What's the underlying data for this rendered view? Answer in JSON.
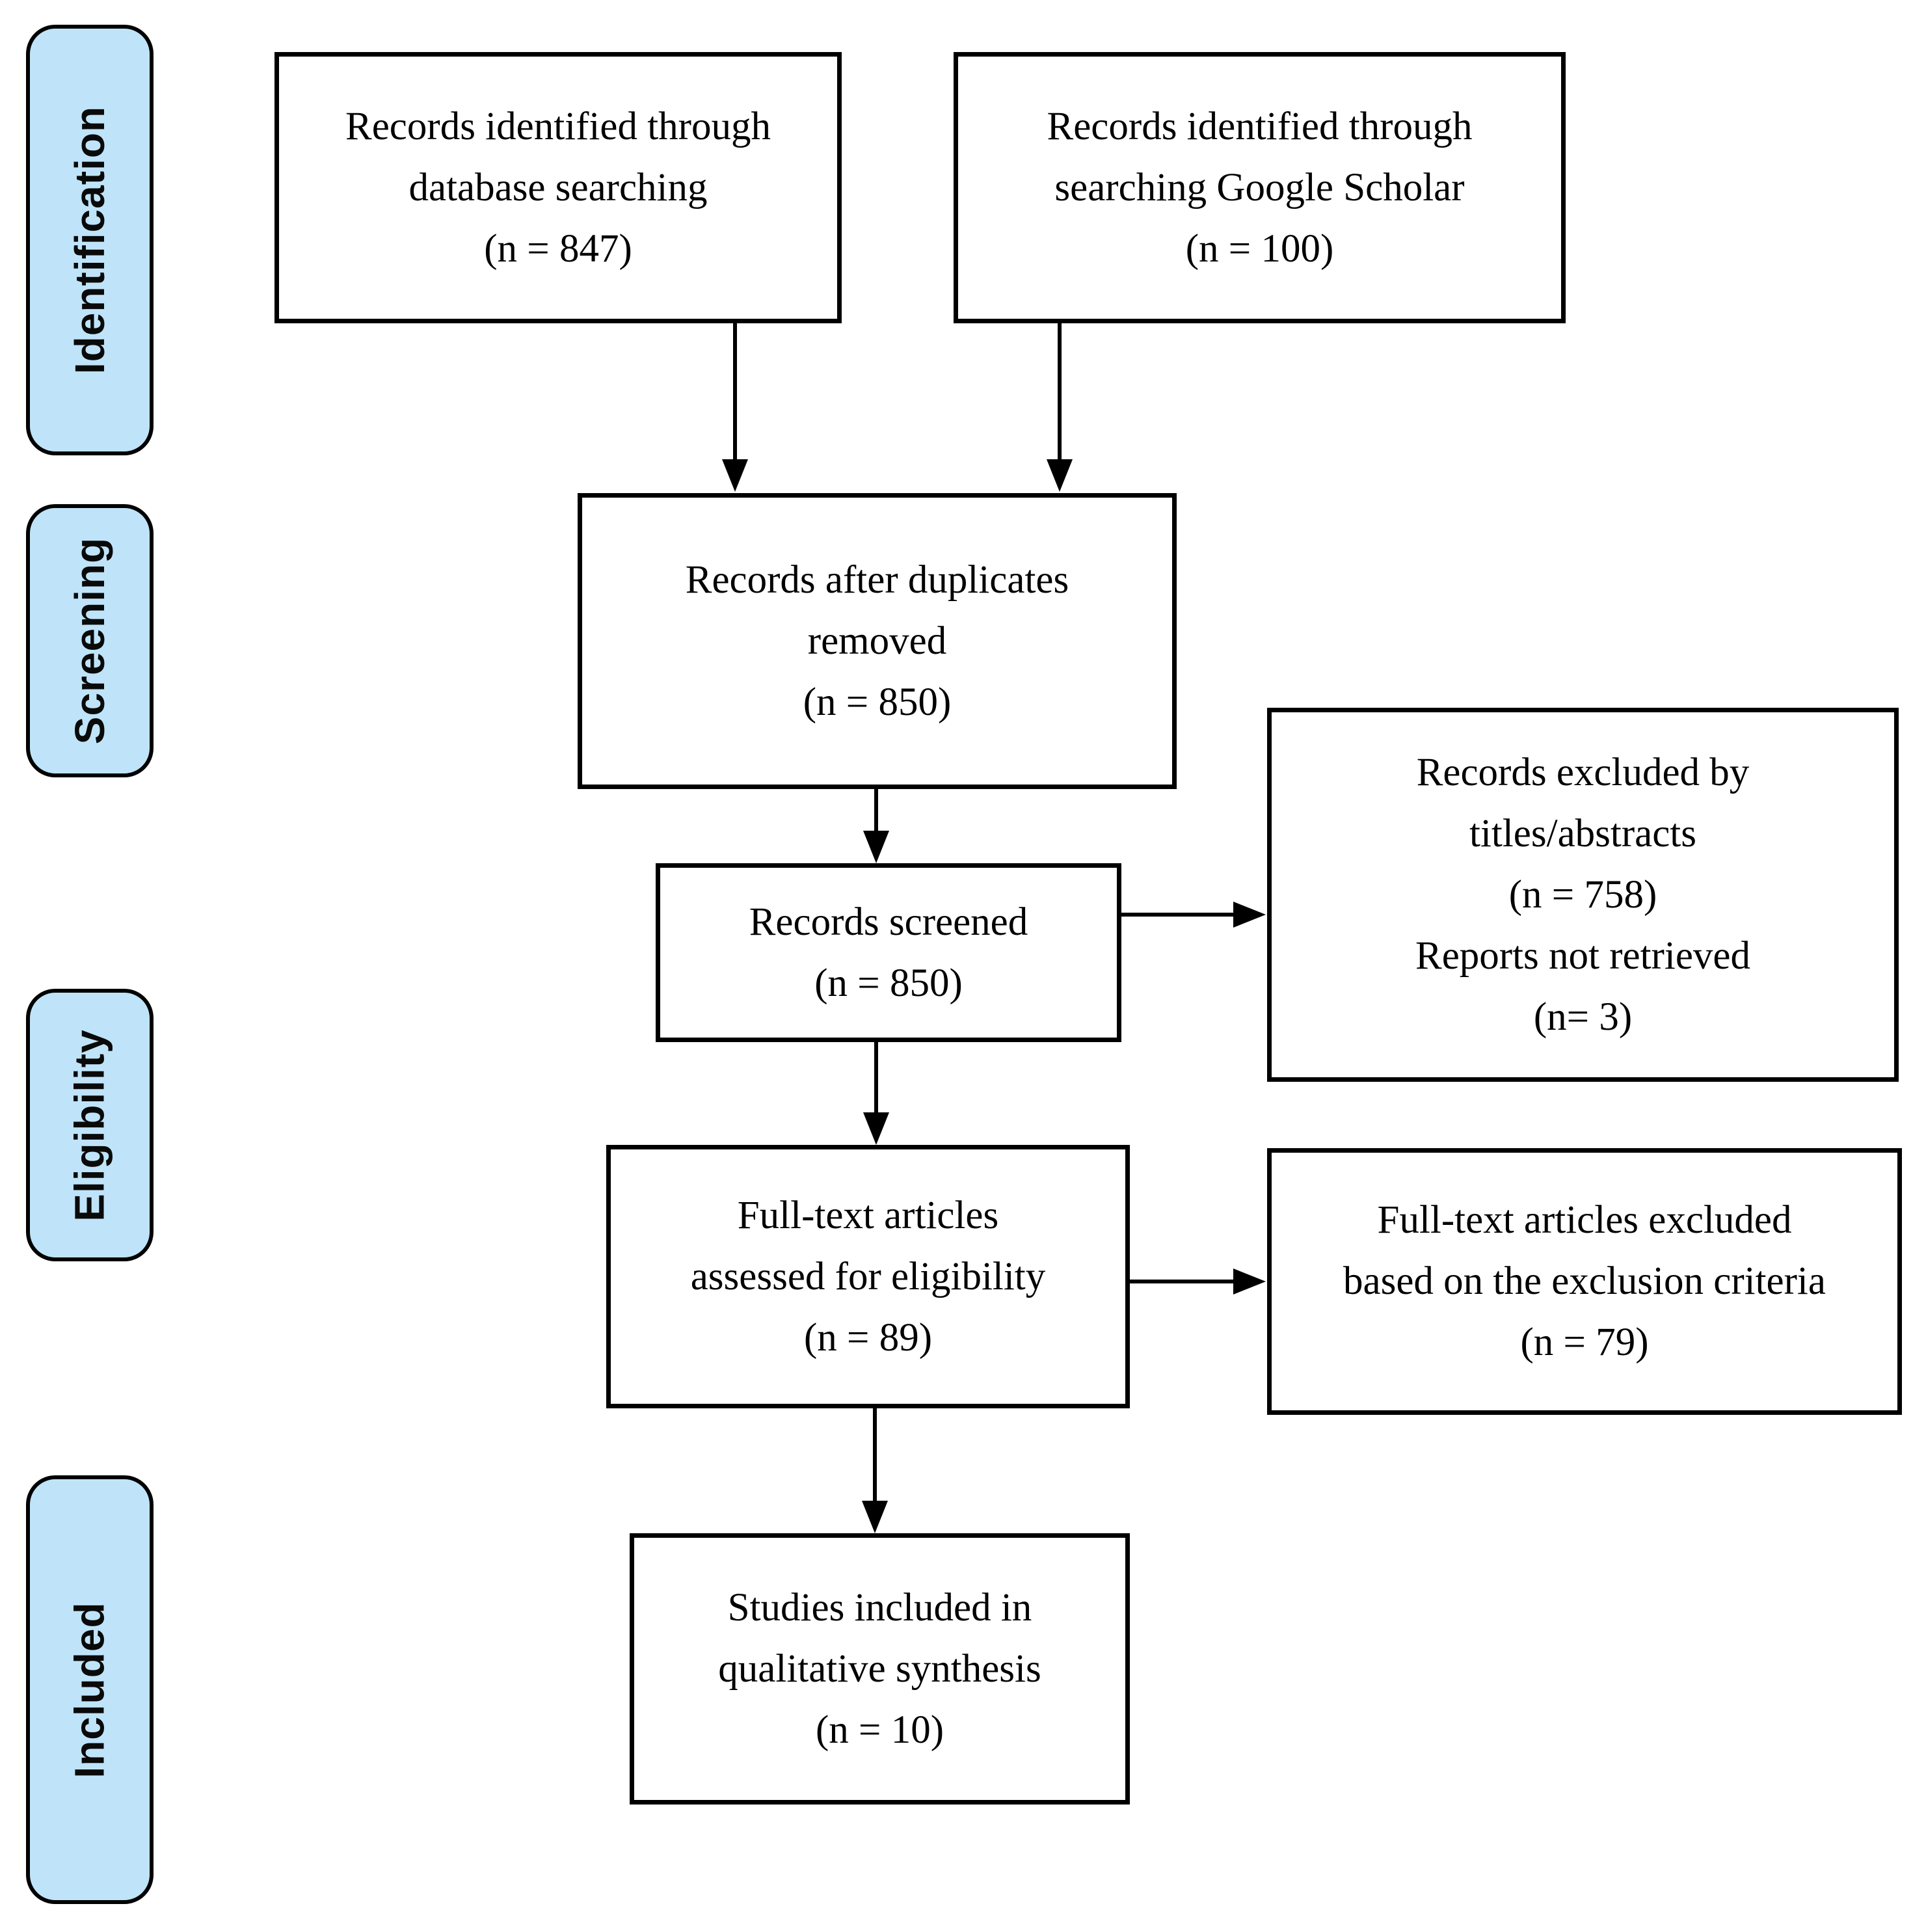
{
  "stages": [
    {
      "id": "identification",
      "label": "Identification"
    },
    {
      "id": "screening",
      "label": "Screening"
    },
    {
      "id": "eligibility",
      "label": "Eligibility"
    },
    {
      "id": "included",
      "label": "Included"
    }
  ],
  "boxes": [
    {
      "id": "records-identified-database",
      "lines": [
        "Records identified through",
        "database searching",
        "(n = 847)"
      ]
    },
    {
      "id": "records-identified-scholar",
      "lines": [
        "Records identified through",
        "searching Google Scholar",
        "(n = 100)"
      ]
    },
    {
      "id": "records-after-duplicates",
      "lines": [
        "Records after duplicates",
        "removed",
        "(n = 850)"
      ]
    },
    {
      "id": "records-screened",
      "lines": [
        "Records screened",
        "(n = 850)"
      ]
    },
    {
      "id": "records-excluded",
      "lines": [
        "Records excluded by",
        "titles/abstracts",
        "(n = 758)",
        "Reports not retrieved",
        "(n= 3)"
      ]
    },
    {
      "id": "fulltext-assessed",
      "lines": [
        "Full-text articles",
        "assessed for eligibility",
        "(n = 89)"
      ]
    },
    {
      "id": "fulltext-excluded",
      "lines": [
        "Full-text articles excluded",
        "based on the exclusion criteria",
        "(n = 79)"
      ]
    },
    {
      "id": "studies-included",
      "lines": [
        "Studies included in",
        "qualitative synthesis",
        "(n = 10)"
      ]
    }
  ],
  "flow": [
    {
      "from": "records-identified-database",
      "to": "records-after-duplicates"
    },
    {
      "from": "records-identified-scholar",
      "to": "records-after-duplicates"
    },
    {
      "from": "records-after-duplicates",
      "to": "records-screened"
    },
    {
      "from": "records-screened",
      "to": "records-excluded"
    },
    {
      "from": "records-screened",
      "to": "fulltext-assessed"
    },
    {
      "from": "fulltext-assessed",
      "to": "fulltext-excluded"
    },
    {
      "from": "fulltext-assessed",
      "to": "studies-included"
    }
  ],
  "colors": {
    "stage_fill": "#BFE4F9",
    "stage_border": "#000000",
    "box_border": "#000000",
    "arrow": "#000000",
    "background": "#FFFFFF"
  }
}
